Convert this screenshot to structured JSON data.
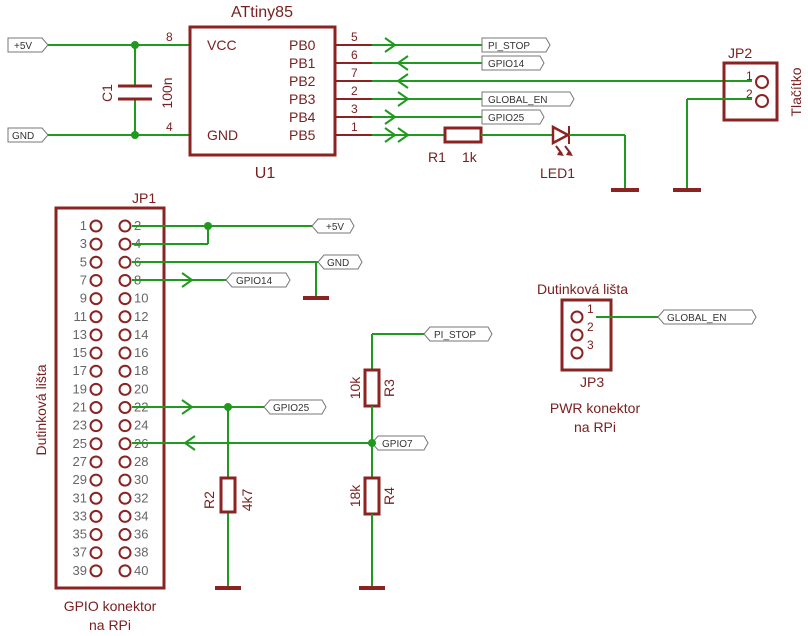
{
  "u1": {
    "title": "ATtiny85",
    "ref": "U1",
    "left_pins": [
      {
        "name": "VCC",
        "num": "8"
      },
      {
        "name": "GND",
        "num": "4"
      }
    ],
    "right_pins": [
      {
        "name": "PB0",
        "num": "5"
      },
      {
        "name": "PB1",
        "num": "6"
      },
      {
        "name": "PB2",
        "num": "7"
      },
      {
        "name": "PB3",
        "num": "2"
      },
      {
        "name": "PB4",
        "num": "3"
      },
      {
        "name": "PB5",
        "num": "1"
      }
    ]
  },
  "c1": {
    "ref": "C1",
    "value": "100n"
  },
  "r1": {
    "ref": "R1",
    "value": "1k"
  },
  "r2": {
    "ref": "R2",
    "value": "4k7"
  },
  "r3": {
    "ref": "R3",
    "value": "10k"
  },
  "r4": {
    "ref": "R4",
    "value": "18k"
  },
  "led1": {
    "ref": "LED1"
  },
  "jp2": {
    "ref": "JP2",
    "name": "Tlačítko",
    "pins": [
      "1",
      "2"
    ]
  },
  "jp3": {
    "ref": "JP3",
    "name": "Dutinková lišta",
    "pins": [
      "1",
      "2",
      "3"
    ],
    "caption_line1": "PWR konektor",
    "caption_line2": "na RPi"
  },
  "jp1": {
    "ref": "JP1",
    "name": "Dutinková lišta",
    "caption_line1": "GPIO konektor",
    "caption_line2": "na RPi",
    "pins_left": [
      "1",
      "3",
      "5",
      "7",
      "9",
      "11",
      "13",
      "15",
      "17",
      "19",
      "21",
      "23",
      "25",
      "27",
      "29",
      "31",
      "33",
      "35",
      "37",
      "39"
    ],
    "pins_right": [
      "2",
      "4",
      "6",
      "8",
      "10",
      "12",
      "14",
      "16",
      "18",
      "20",
      "22",
      "24",
      "26",
      "28",
      "30",
      "32",
      "34",
      "36",
      "38",
      "40"
    ]
  },
  "labels": {
    "top_vcc": "+5V",
    "top_gnd": "GND",
    "pi_stop": "PI_STOP",
    "gpio14": "GPIO14",
    "global_en": "GLOBAL_EN",
    "gpio25": "GPIO25",
    "jp1_5v": "+5V",
    "jp1_gnd": "GND",
    "jp1_gpio14": "GPIO14",
    "pi_stop2": "PI_STOP",
    "gpio25b": "GPIO25",
    "gpio7": "GPIO7",
    "jp3_global_en": "GLOBAL_EN"
  }
}
